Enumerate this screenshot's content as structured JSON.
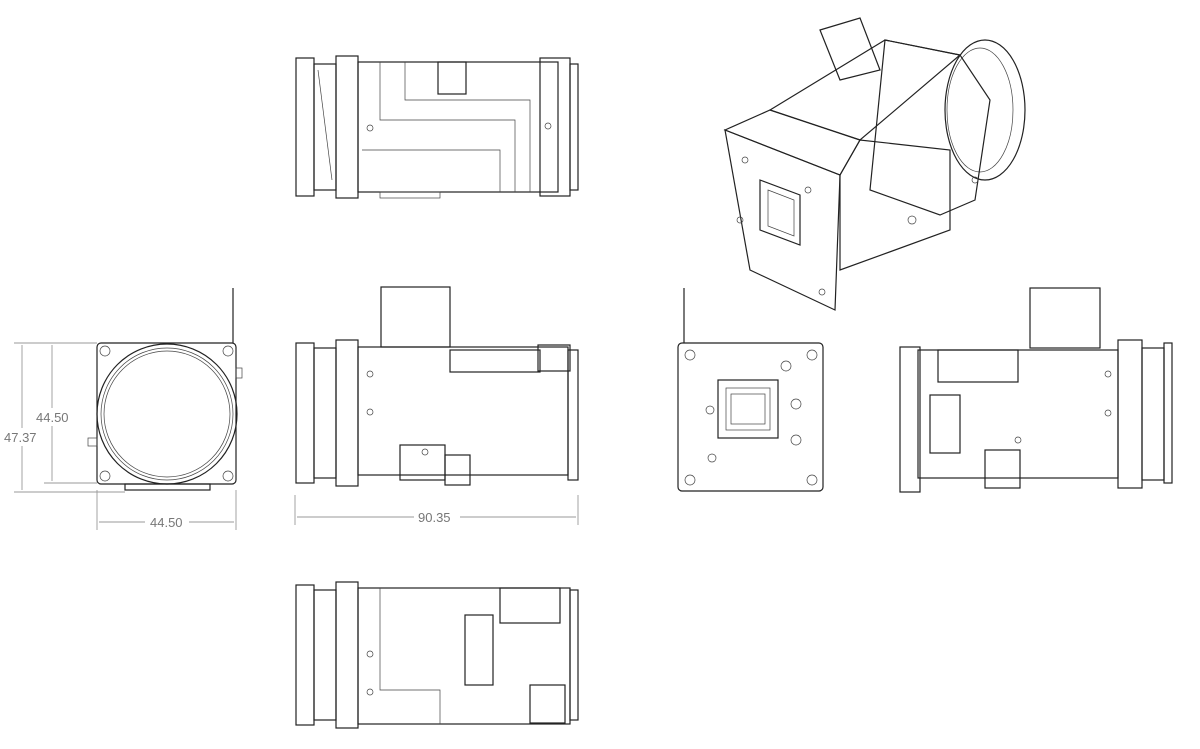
{
  "drawing": {
    "title": "Camera module orthographic and isometric views",
    "dimensions": {
      "front_overall_height": "47.37",
      "front_body_height": "44.50",
      "front_width": "44.50",
      "side_length": "90.35"
    }
  }
}
